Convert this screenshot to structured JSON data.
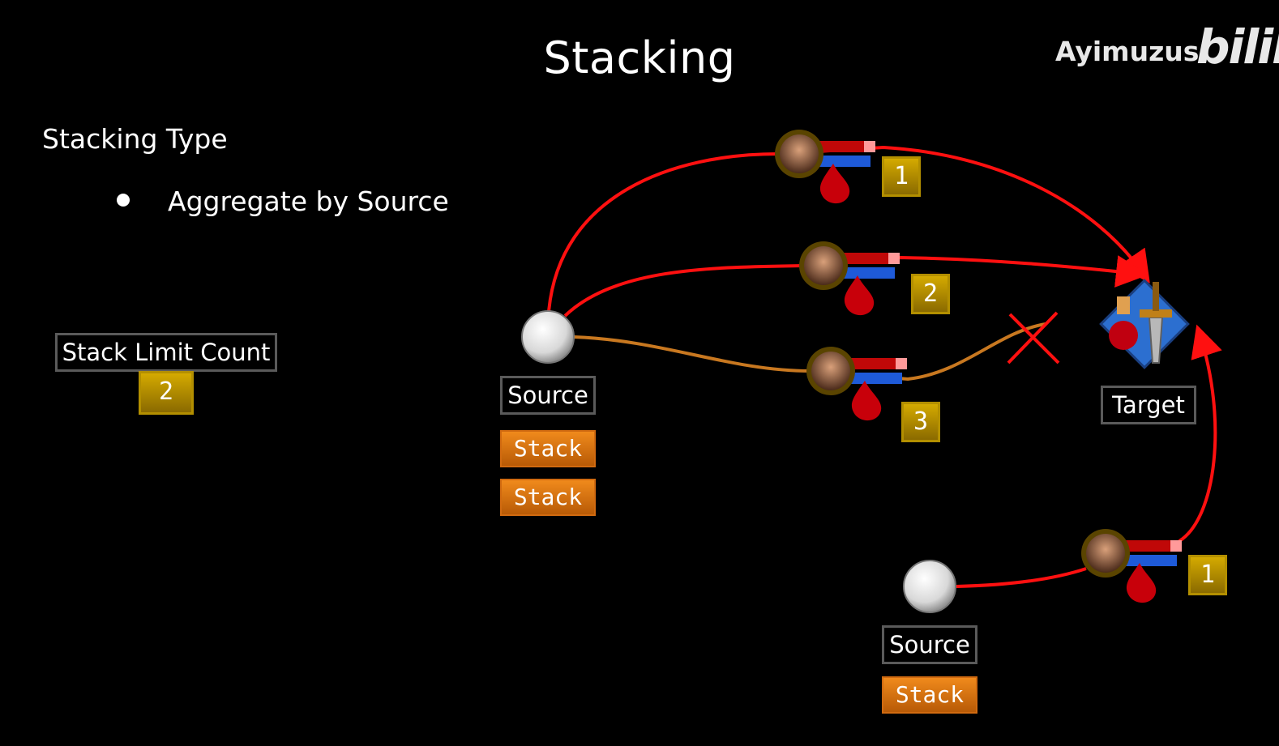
{
  "title": "Stacking",
  "watermark": {
    "author": "Ayimuzus",
    "logo": "bilib"
  },
  "heading": "Stacking Type",
  "bullet": "Aggregate by Source",
  "stack_limit": {
    "label": "Stack Limit Count",
    "value": "2"
  },
  "source_a": {
    "label": "Source",
    "stacks": [
      "Stack",
      "Stack"
    ]
  },
  "source_b": {
    "label": "Source",
    "stacks": [
      "Stack"
    ]
  },
  "target": {
    "label": "Target"
  },
  "effects": [
    {
      "badge": "1"
    },
    {
      "badge": "2"
    },
    {
      "badge": "3"
    },
    {
      "badge": "1"
    }
  ],
  "colors": {
    "applied_path": "#ff1010",
    "rejected_path": "#c87820",
    "badge_gold": "#c9a000",
    "stack_orange": "#e87a12"
  }
}
